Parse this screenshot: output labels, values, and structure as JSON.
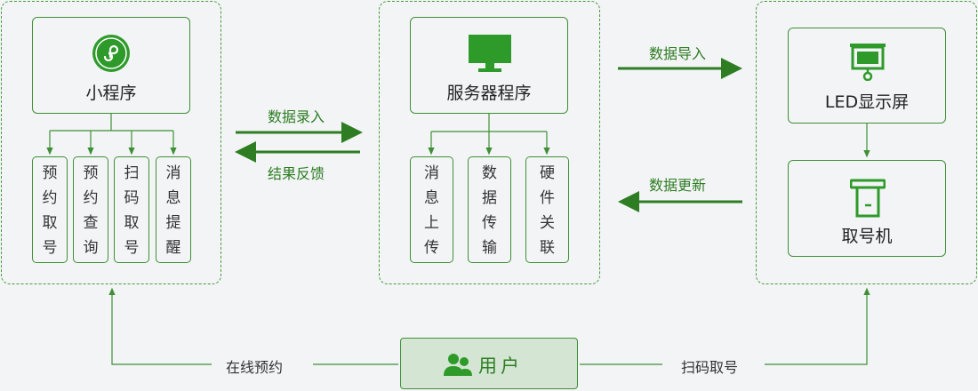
{
  "nodes": {
    "mini_program": {
      "label": "小程序",
      "icon": "mini-program-icon"
    },
    "mini_functions": [
      "预\n约\n取\n号",
      "预\n约\n查\n询",
      "扫\n码\n取\n号",
      "消\n息\n提\n醒"
    ],
    "server": {
      "label": "服务器程序",
      "icon": "monitor-icon"
    },
    "server_functions": [
      "消\n息\n上\n传",
      "数\n据\n传\n输",
      "硬\n件\n关\n联"
    ],
    "led": {
      "label": "LED显示屏",
      "icon": "led-screen-icon"
    },
    "ticket": {
      "label": "取号机",
      "icon": "ticket-machine-icon"
    },
    "user": {
      "label": "用户",
      "icon": "users-icon"
    }
  },
  "edges": {
    "data_entry": "数据录入",
    "feedback": "结果反馈",
    "data_import": "数据导入",
    "data_update": "数据更新",
    "online_booking": "在线预约",
    "scan_ticket": "扫码取号"
  },
  "colors": {
    "accent": "#2e7d22",
    "border": "#3f8f35",
    "user_fill": "#d4e6d3",
    "background": "#f2f4f6"
  }
}
